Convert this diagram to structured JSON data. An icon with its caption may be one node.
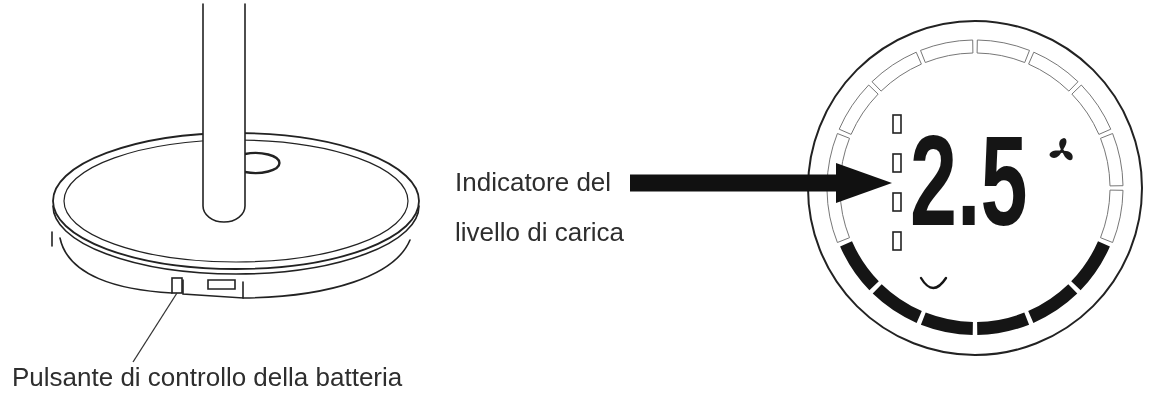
{
  "diagram": {
    "nodes": [
      {
        "text": [
          "Pulsante di controllo della batteria"
        ]
      },
      {
        "text": [],
        "shape": "box"
      },
      {
        "text": [
          "Indicatore del livello di carica"
        ]
      },
      {
        "text": [],
        "shape": "bar"
      }
    ],
    "edges": [
      {
        "from": 0,
        "to": 1,
        "arrow": "none"
      },
      {
        "from": 2,
        "to": 3,
        "arrow": "to",
        "style": "thick"
      }
    ],
    "labels": [
      "2.5"
    ]
  }
}
